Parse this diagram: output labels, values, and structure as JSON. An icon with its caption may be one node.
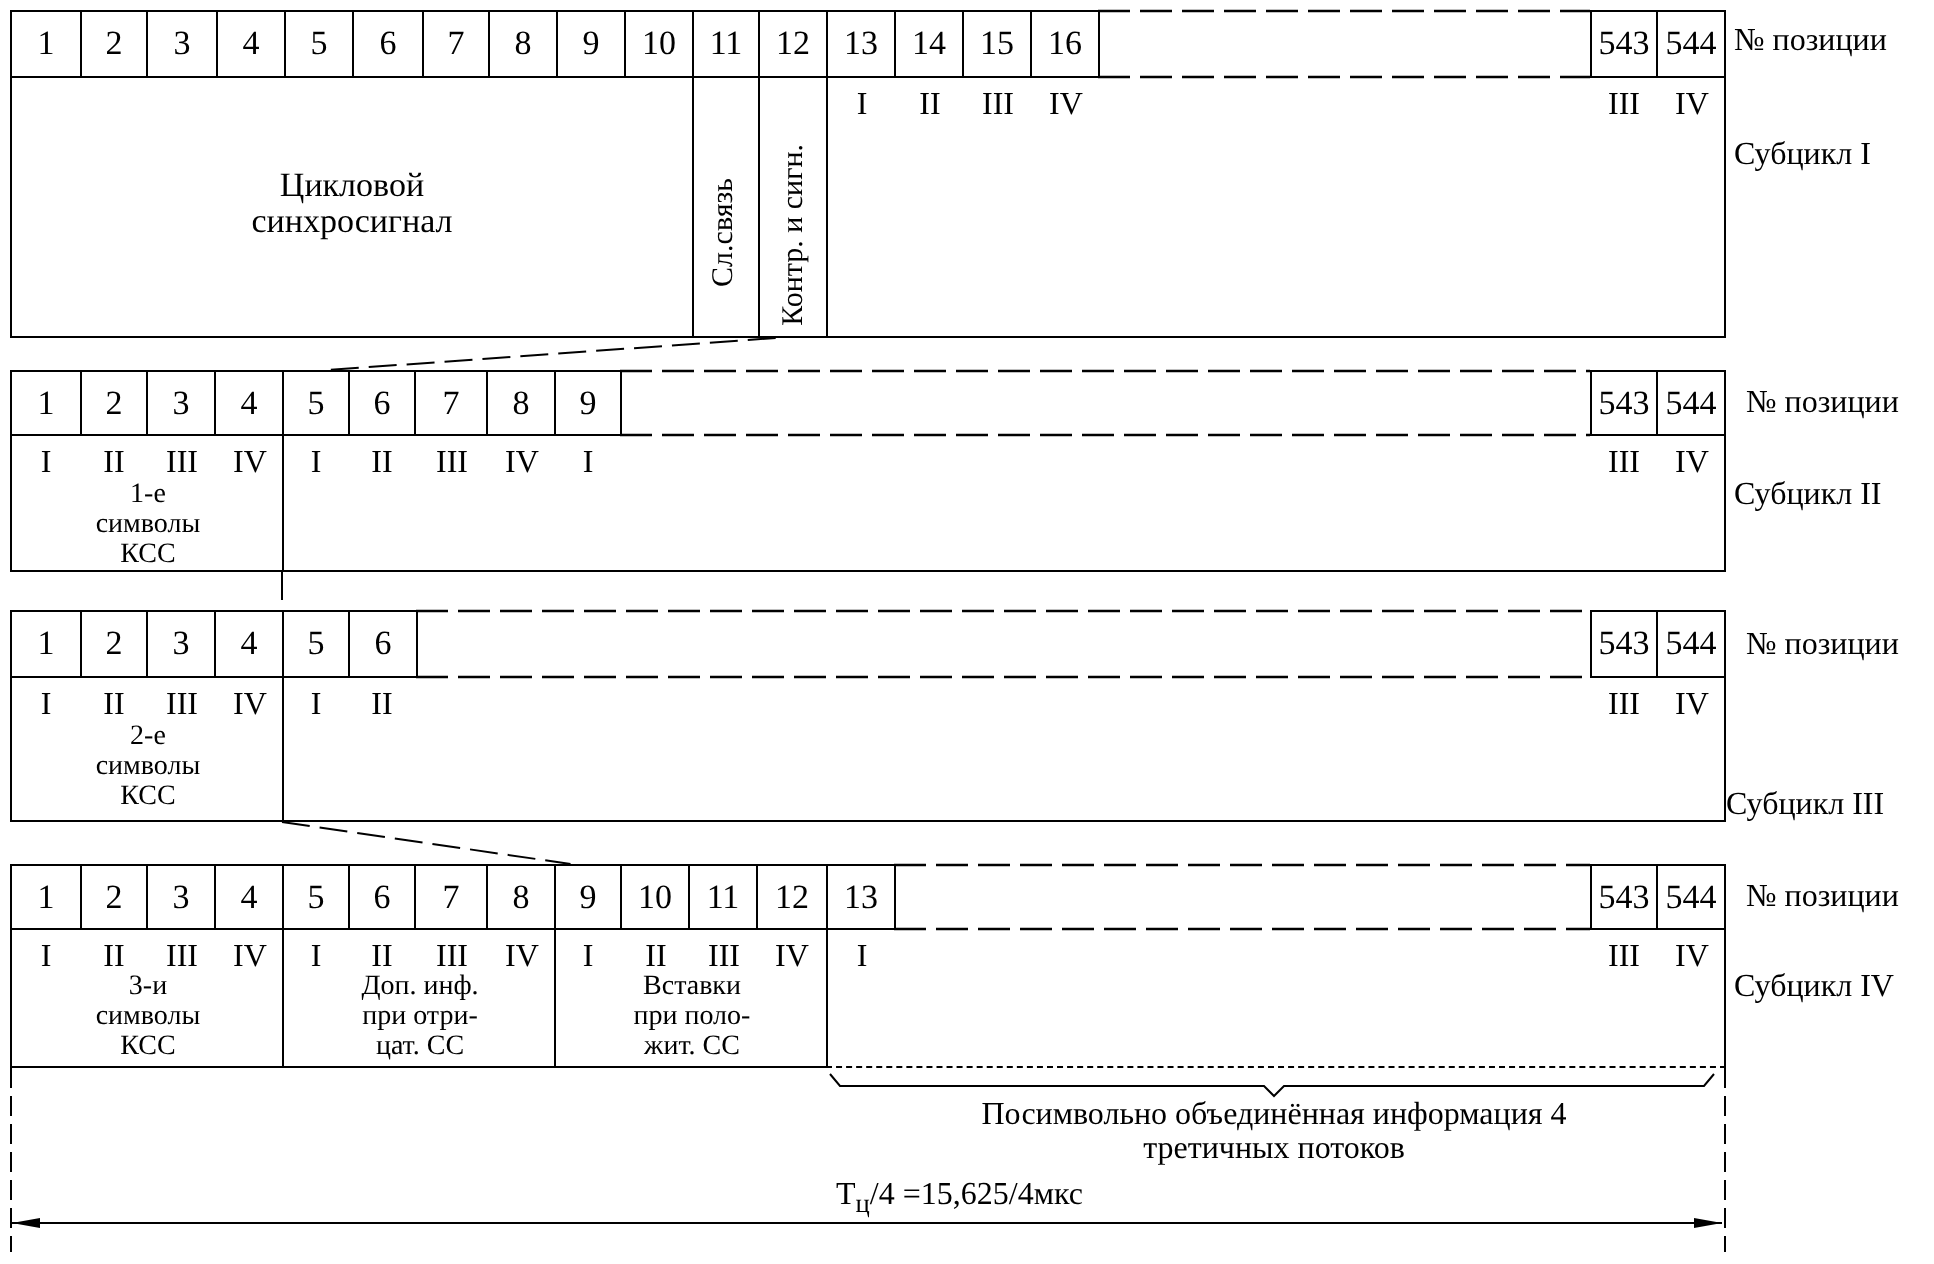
{
  "diagram": {
    "nodes": [
      {
        "text": [
          "1"
        ]
      },
      {
        "text": [
          "2"
        ]
      },
      {
        "text": [
          "3"
        ]
      },
      {
        "text": [
          "4"
        ]
      },
      {
        "text": [
          "5"
        ]
      },
      {
        "text": [
          "6"
        ]
      },
      {
        "text": [
          "7"
        ]
      },
      {
        "text": [
          "8"
        ]
      },
      {
        "text": [
          "9"
        ]
      },
      {
        "text": [
          "10"
        ]
      },
      {
        "text": [
          "11"
        ]
      },
      {
        "text": [
          "12"
        ]
      },
      {
        "text": [
          "13"
        ]
      },
      {
        "text": [
          "14"
        ]
      },
      {
        "text": [
          "15"
        ]
      },
      {
        "text": [
          "16"
        ]
      },
      {
        "text": [
          "543"
        ]
      },
      {
        "text": [
          "544"
        ]
      },
      {
        "text": [
          "Цикловой синхросигнал"
        ]
      },
      {
        "text": [
          "Сл.связь"
        ]
      },
      {
        "text": [
          "Контр. и сигн."
        ]
      },
      {
        "text": [
          "I",
          "II",
          "III",
          "IV",
          "III",
          "IV"
        ]
      },
      {
        "text": [
          "1"
        ]
      },
      {
        "text": [
          "2"
        ]
      },
      {
        "text": [
          "3"
        ]
      },
      {
        "text": [
          "4"
        ]
      },
      {
        "text": [
          "5"
        ]
      },
      {
        "text": [
          "6"
        ]
      },
      {
        "text": [
          "7"
        ]
      },
      {
        "text": [
          "8"
        ]
      },
      {
        "text": [
          "9"
        ]
      },
      {
        "text": [
          "543"
        ]
      },
      {
        "text": [
          "544"
        ]
      },
      {
        "text": [
          "I",
          "II",
          "III",
          "IV",
          "1-е символы КСС"
        ]
      },
      {
        "text": [
          "I",
          "II",
          "III",
          "IV",
          "I",
          "III",
          "IV"
        ]
      },
      {
        "text": [
          "1"
        ]
      },
      {
        "text": [
          "2"
        ]
      },
      {
        "text": [
          "3"
        ]
      },
      {
        "text": [
          "4"
        ]
      },
      {
        "text": [
          "5"
        ]
      },
      {
        "text": [
          "6"
        ]
      },
      {
        "text": [
          "543"
        ]
      },
      {
        "text": [
          "544"
        ]
      },
      {
        "text": [
          "I",
          "II",
          "III",
          "IV",
          "2-е символы КСС"
        ]
      },
      {
        "text": [
          "I",
          "II",
          "III",
          "IV"
        ]
      },
      {
        "text": [
          "1"
        ]
      },
      {
        "text": [
          "2"
        ]
      },
      {
        "text": [
          "3"
        ]
      },
      {
        "text": [
          "4"
        ]
      },
      {
        "text": [
          "5"
        ]
      },
      {
        "text": [
          "6"
        ]
      },
      {
        "text": [
          "7"
        ]
      },
      {
        "text": [
          "8"
        ]
      },
      {
        "text": [
          "9"
        ]
      },
      {
        "text": [
          "10"
        ]
      },
      {
        "text": [
          "11"
        ]
      },
      {
        "text": [
          "12"
        ]
      },
      {
        "text": [
          "13"
        ]
      },
      {
        "text": [
          "543"
        ]
      },
      {
        "text": [
          "544"
        ]
      },
      {
        "text": [
          "I",
          "II",
          "III",
          "IV",
          "3-и символы КСС"
        ]
      },
      {
        "text": [
          "I",
          "II",
          "III",
          "IV",
          "Доп. инф. при отри-цат. СС"
        ]
      },
      {
        "text": [
          "I",
          "II",
          "III",
          "IV",
          "Вставки при поло-жит. СС"
        ]
      },
      {
        "text": [
          "I",
          "III",
          "IV"
        ]
      }
    ],
    "edges": [
      {
        "from": 20,
        "to": 26,
        "arrow": "none",
        "style": "dashed"
      },
      {
        "from": 34,
        "to": 39,
        "arrow": "none",
        "style": "dashed"
      },
      {
        "from": 44,
        "to": 53,
        "arrow": "none",
        "style": "dashed"
      }
    ],
    "labels": [
      "№ позиции",
      "Субцикл I",
      "№ позиции",
      "Субцикл II",
      "№ позиции",
      "Субцикл III",
      "№ позиции",
      "Субцикл IV",
      "Посимвольно объединённая информация 4 третичных потоков",
      "T$_{ц}$/4 =15,625/4мкс"
    ]
  }
}
